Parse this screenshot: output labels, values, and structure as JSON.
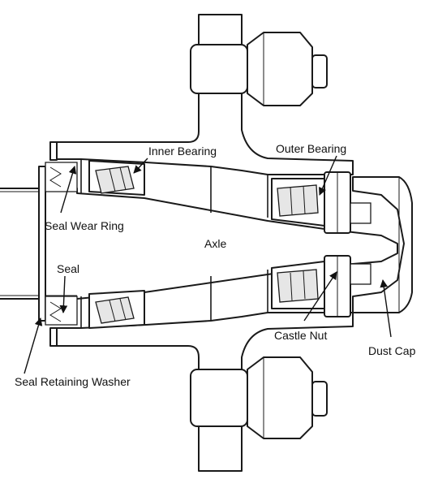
{
  "labels": {
    "inner_bearing": "Inner Bearing",
    "outer_bearing": "Outer Bearing",
    "seal_wear_ring": "Seal Wear Ring",
    "axle": "Axle",
    "seal": "Seal",
    "castle_nut": "Castle Nut",
    "dust_cap": "Dust Cap",
    "seal_retaining_washer": "Seal Retaining Washer"
  }
}
